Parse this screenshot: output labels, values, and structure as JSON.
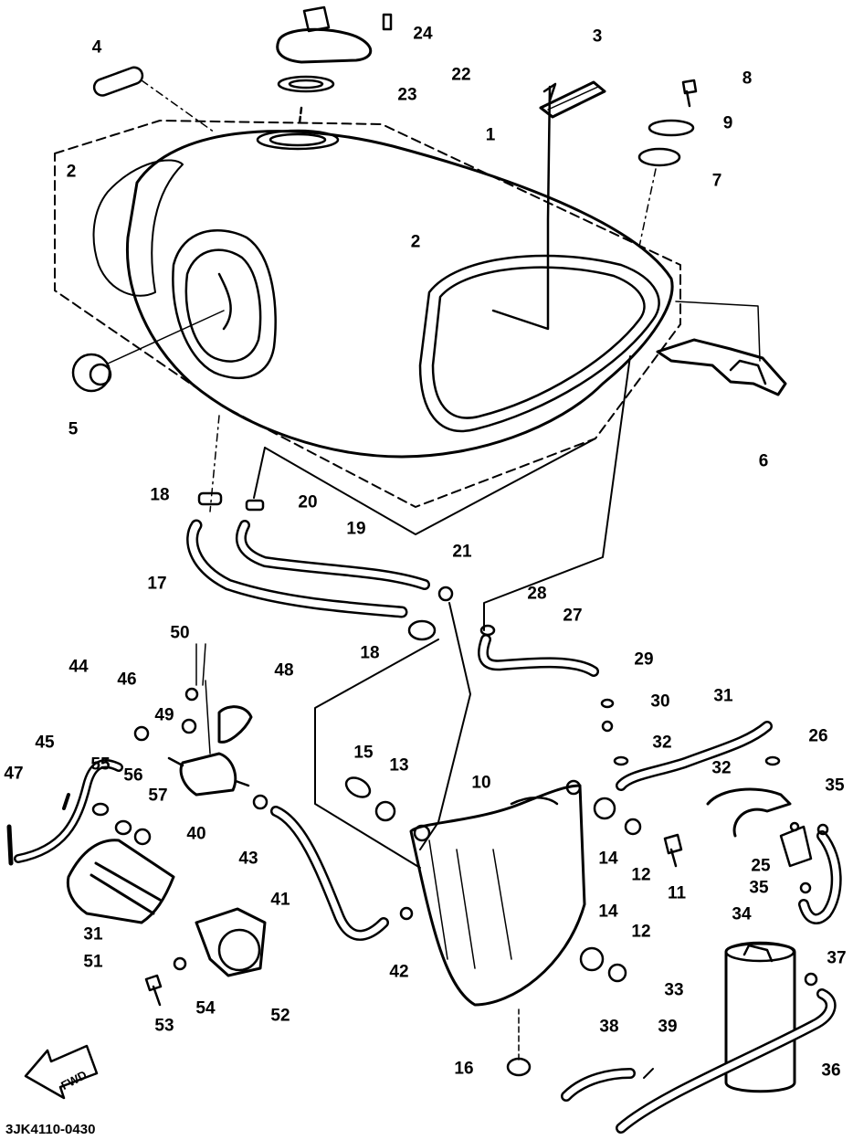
{
  "diagram": {
    "reference_code": "3JK4110-0430",
    "fwd_label": "FWD",
    "callouts": [
      "1",
      "2",
      "2",
      "3",
      "4",
      "5",
      "6",
      "7",
      "8",
      "9",
      "10",
      "11",
      "12",
      "12",
      "13",
      "14",
      "14",
      "15",
      "16",
      "17",
      "18",
      "18",
      "19",
      "20",
      "21",
      "22",
      "23",
      "24",
      "25",
      "26",
      "27",
      "28",
      "29",
      "30",
      "31",
      "31",
      "32",
      "32",
      "33",
      "34",
      "35",
      "35",
      "36",
      "37",
      "38",
      "39",
      "40",
      "41",
      "42",
      "43",
      "44",
      "45",
      "46",
      "47",
      "48",
      "49",
      "50",
      "51",
      "52",
      "53",
      "54",
      "55",
      "56",
      "57"
    ]
  }
}
